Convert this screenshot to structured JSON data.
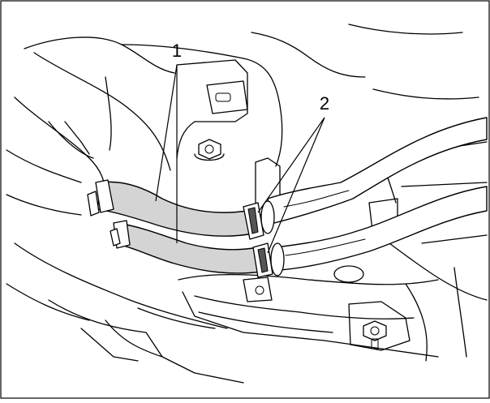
{
  "figure": {
    "callouts": [
      {
        "id": "1",
        "label": "1"
      },
      {
        "id": "2",
        "label": "2"
      }
    ],
    "colors": {
      "hose_fill": "#d4d4d4",
      "line": "#000000",
      "background": "#ffffff"
    }
  }
}
